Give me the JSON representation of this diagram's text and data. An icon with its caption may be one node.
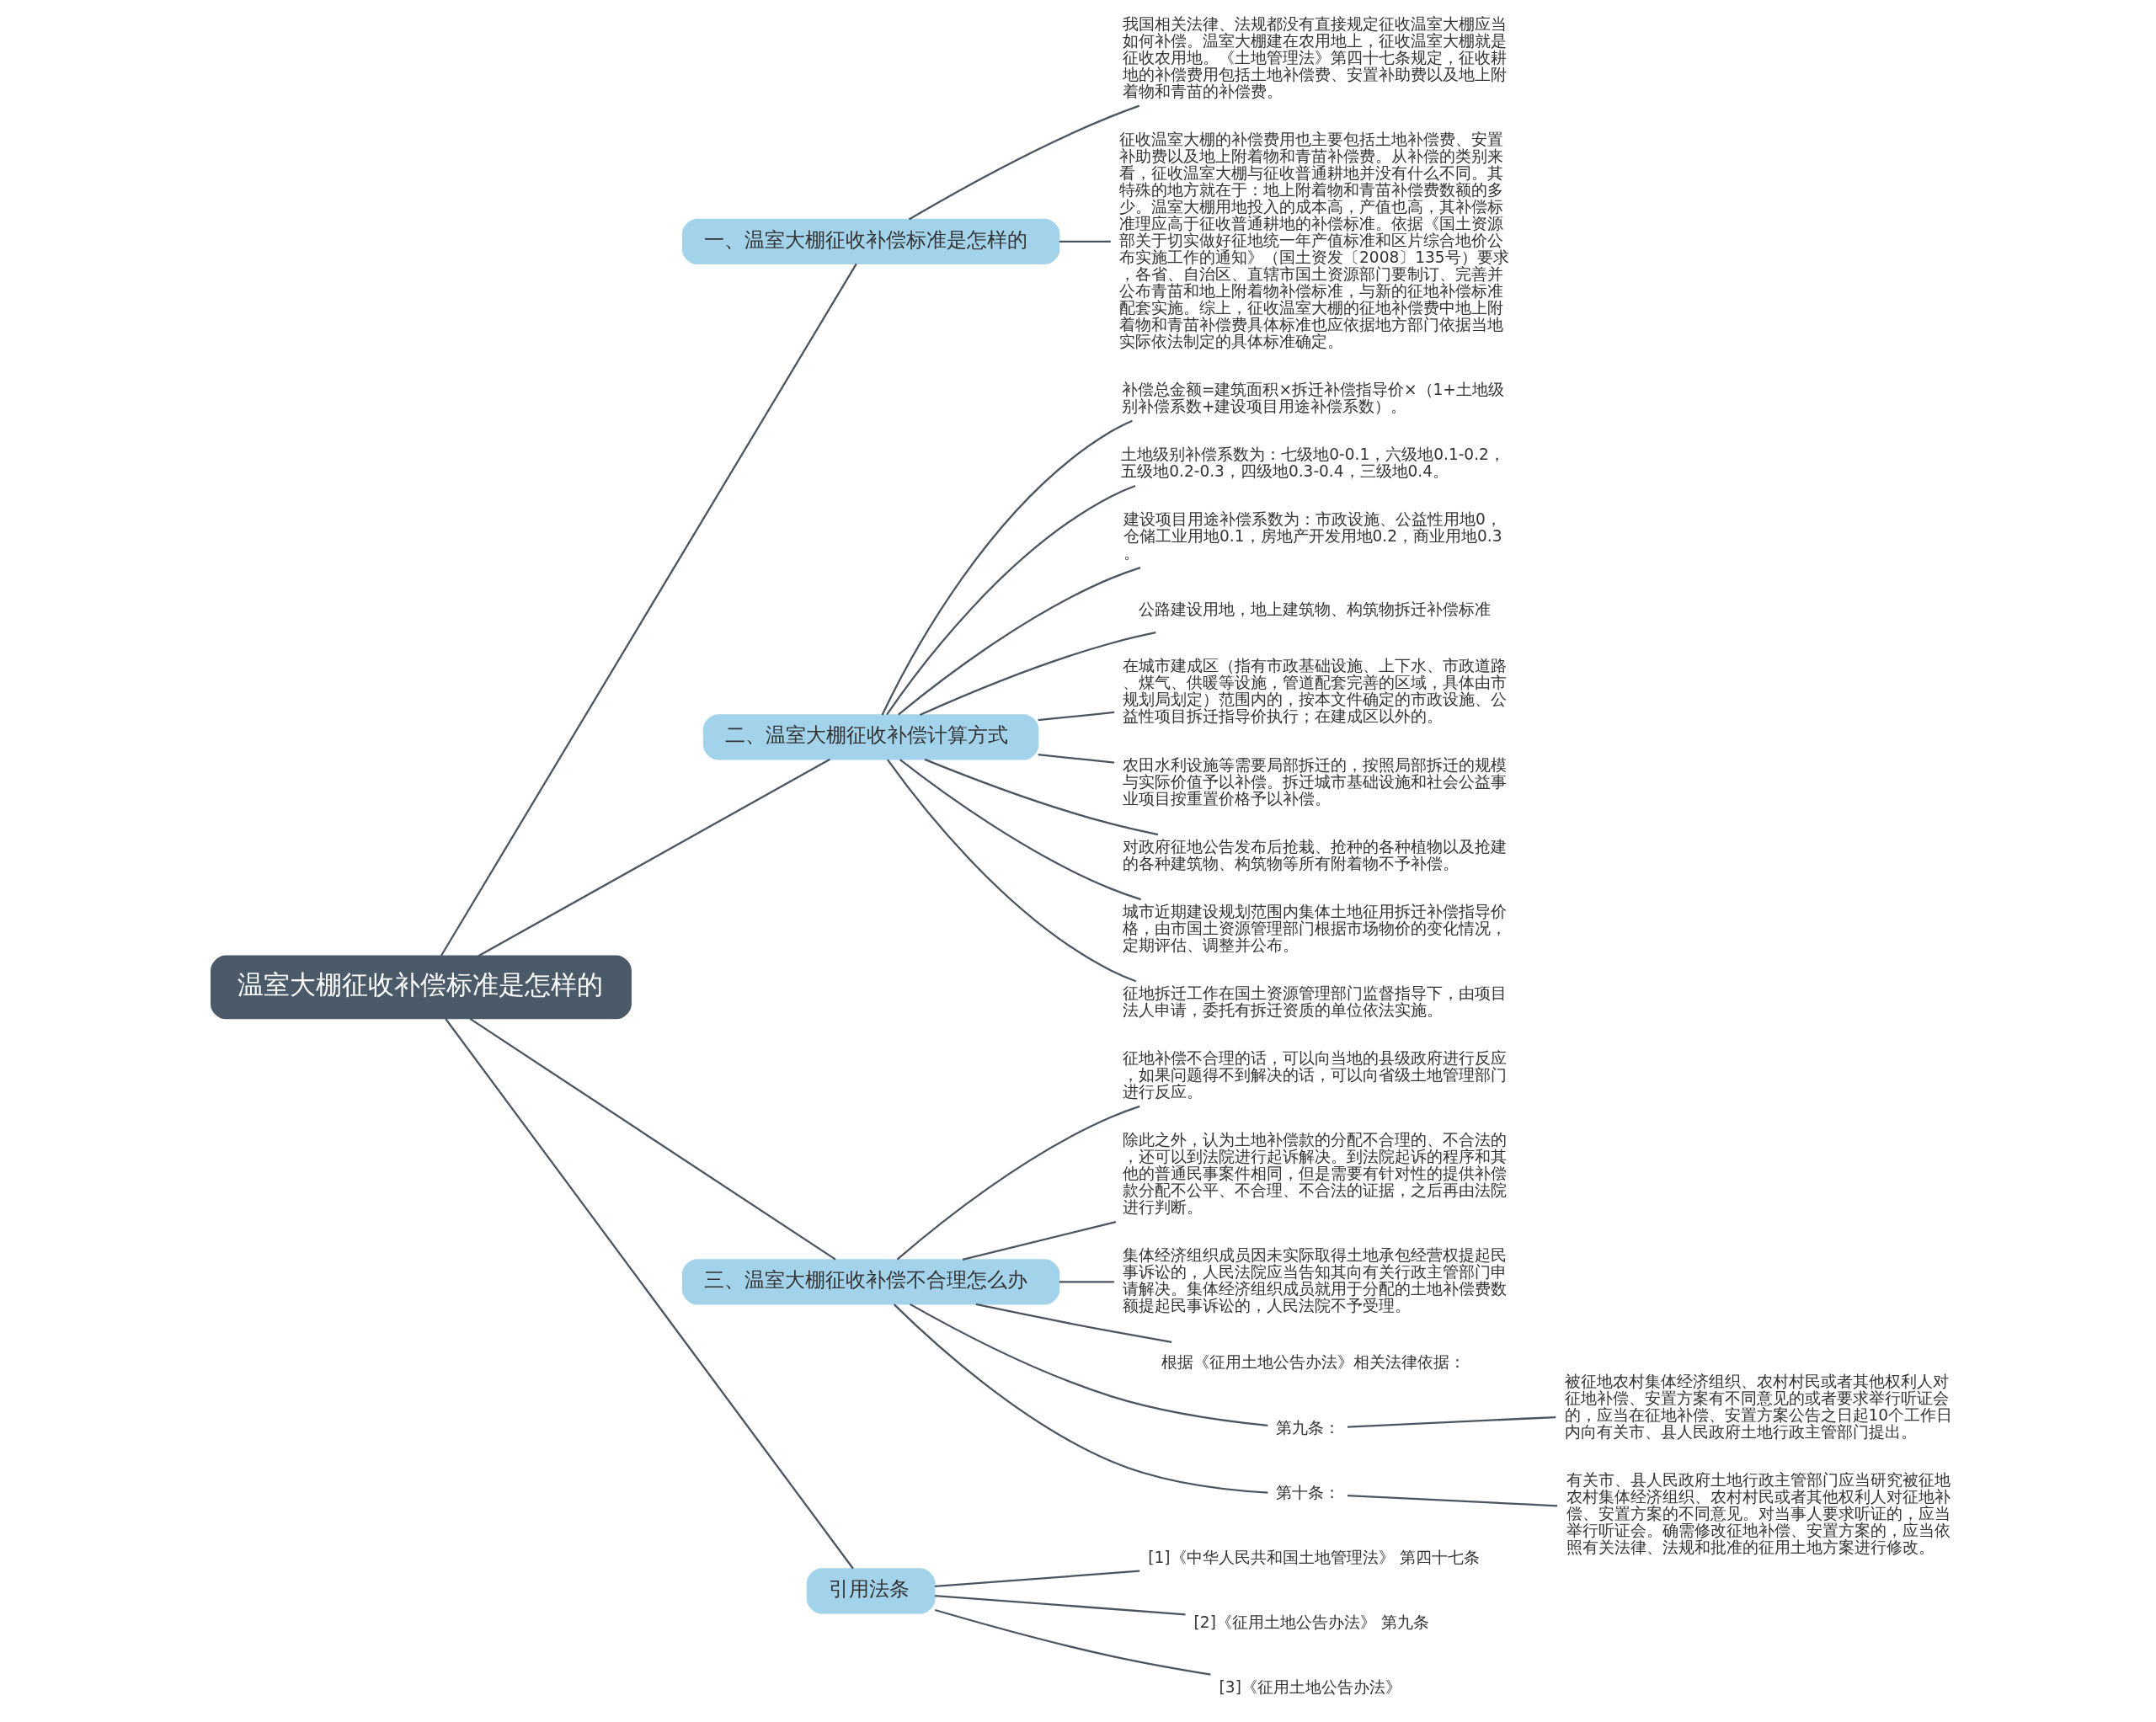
{
  "diagram": {
    "nodes": [
      {
        "text": [
          "温室大棚征收补偿标准是怎样的"
        ]
      },
      {
        "text": [
          "一、温室大棚征收补偿标准是怎样的"
        ]
      },
      {
        "text": [
          "我国相关法律、法规都没有直接规定征收温室大棚应当如何补偿。温室大棚建在农用地上，征收温室大棚就是征收农用地。《土地管理法》第四十七条规定，征收耕地的补偿费用包括土地补偿费、安置补助费以及地上附着物和青苗的补偿费。"
        ]
      },
      {
        "text": [
          "征收温室大棚的补偿费用也主要包括土地补偿费、安置补助费以及地上附着物和青苗补偿费。从补偿的类别来看，征收温室大棚与征收普通耕地并没有什么不同。其特殊的地方就在于：地上附着物和青苗补偿费数额的多少。温室大棚用地投入的成本高，产值也高，其补偿标准理应高于征收普通耕地的补偿标准。依据《国土资源部关于切实做好征地统一年产值标准和区片综合地价公布实施工作的通知》（国土资发〔2008〕135号）要求，各省、自治区、直辖市国土资源部门要制订、完善并公布青苗和地上附着物补偿标准，与新的征地补偿标准配套实施。综上，征收温室大棚的征地补偿费中地上附着物和青苗补偿费具体标准也应依据地方部门依据当地实际依法制定的具体标准确定。"
        ]
      },
      {
        "text": [
          "二、温室大棚征收补偿计算方式"
        ]
      },
      {
        "text": [
          "补偿总金额=建筑面积×拆迁补偿指导价×（1+土地级别补偿系数+建设项目用途补偿系数）。"
        ]
      },
      {
        "text": [
          "土地级别补偿系数为：七级地0-0.1，六级地0.1-0.2，五级地0.2-0.3，四级地0.3-0.4，三级地0.4。"
        ]
      },
      {
        "text": [
          "建设项目用途补偿系数为：市政设施、公益性用地0，仓储工业用地0.1，房地产开发用地0.2，商业用地0.3。"
        ]
      },
      {
        "text": [
          "公路建设用地，地上建筑物、构筑物拆迁补偿标准"
        ]
      },
      {
        "text": [
          "在城市建成区（指有市政基础设施、上下水、市政道路、煤气、供暖等设施，管道配套完善的区域，具体由市规划局划定）范围内的，按本文件确定的市政设施、公益性项目拆迁指导价执行；在建成区以外的。"
        ]
      },
      {
        "text": [
          "农田水利设施等需要局部拆迁的，按照局部拆迁的规模与实际价值予以补偿。拆迁城市基础设施和社会公益事业项目按重置价格予以补偿。"
        ]
      },
      {
        "text": [
          "对政府征地公告发布后抢栽、抢种的各种植物以及抢建的各种建筑物、构筑物等所有附着物不予补偿。"
        ]
      },
      {
        "text": [
          "城市近期建设规划范围内集体土地征用拆迁补偿指导价格，由市国土资源管理部门根据市场物价的变化情况，定期评估、调整并公布。"
        ]
      },
      {
        "text": [
          "征地拆迁工作在国土资源管理部门监督指导下，由项目法人申请，委托有拆迁资质的单位依法实施。"
        ]
      },
      {
        "text": [
          "三、温室大棚征收补偿不合理怎么办"
        ]
      },
      {
        "text": [
          "征地补偿不合理的话，可以向当地的县级政府进行反应，如果问题得不到解决的话，可以向省级土地管理部门进行反应。"
        ]
      },
      {
        "text": [
          "除此之外，认为土地补偿款的分配不合理的、不合法的，还可以到法院进行起诉解决。到法院起诉的程序和其他的普通民事案件相同，但是需要有针对性的提供补偿款分配不公平、不合理、不合法的证据，之后再由法院进行判断。"
        ]
      },
      {
        "text": [
          "集体经济组织成员因未实际取得土地承包经营权提起民事诉讼的，人民法院应当告知其向有关行政主管部门申请解决。集体经济组织成员就用于分配的土地补偿费数额提起民事诉讼的，人民法院不予受理。"
        ]
      },
      {
        "text": [
          "根据《征用土地公告办法》相关法律依据："
        ]
      },
      {
        "text": [
          "第九条："
        ]
      },
      {
        "text": [
          "被征地农村集体经济组织、农村村民或者其他权利人对征地补偿、安置方案有不同意见的或者要求举行听证会的，应当在征地补偿、安置方案公告之日起10个工作日内向有关市、县人民政府土地行政主管部门提出。"
        ]
      },
      {
        "text": [
          "第十条："
        ]
      },
      {
        "text": [
          "有关市、县人民政府土地行政主管部门应当研究被征地农村集体经济组织、农村村民或者其他权利人对征地补偿、安置方案的不同意见。对当事人要求听证的，应当举行听证会。确需修改征地补偿、安置方案的，应当依照有关法律、法规和批准的征用土地方案进行修改。"
        ]
      },
      {
        "text": [
          "引用法条"
        ]
      },
      {
        "text": [
          "[1]《中华人民共和国土地管理法》 第四十七条"
        ]
      },
      {
        "text": [
          "[2]《征用土地公告办法》 第九条"
        ]
      },
      {
        "text": [
          "[3]《征用土地公告办法》"
        ]
      }
    ],
    "edges": [
      {
        "from": 0,
        "to": 1,
        "arrow": "none"
      },
      {
        "from": 1,
        "to": 2,
        "arrow": "none"
      },
      {
        "from": 1,
        "to": 3,
        "arrow": "none"
      },
      {
        "from": 0,
        "to": 4,
        "arrow": "none"
      },
      {
        "from": 4,
        "to": 5,
        "arrow": "none"
      },
      {
        "from": 4,
        "to": 6,
        "arrow": "none"
      },
      {
        "from": 4,
        "to": 7,
        "arrow": "none"
      },
      {
        "from": 4,
        "to": 8,
        "arrow": "none"
      },
      {
        "from": 4,
        "to": 9,
        "arrow": "none"
      },
      {
        "from": 4,
        "to": 10,
        "arrow": "none"
      },
      {
        "from": 4,
        "to": 11,
        "arrow": "none"
      },
      {
        "from": 4,
        "to": 12,
        "arrow": "none"
      },
      {
        "from": 4,
        "to": 13,
        "arrow": "none"
      },
      {
        "from": 0,
        "to": 14,
        "arrow": "none"
      },
      {
        "from": 14,
        "to": 15,
        "arrow": "none"
      },
      {
        "from": 14,
        "to": 16,
        "arrow": "none"
      },
      {
        "from": 14,
        "to": 17,
        "arrow": "none"
      },
      {
        "from": 14,
        "to": 18,
        "arrow": "none"
      },
      {
        "from": 14,
        "to": 19,
        "arrow": "none"
      },
      {
        "from": 19,
        "to": 20,
        "arrow": "none"
      },
      {
        "from": 14,
        "to": 21,
        "arrow": "none"
      },
      {
        "from": 21,
        "to": 22,
        "arrow": "none"
      },
      {
        "from": 0,
        "to": 23,
        "arrow": "none"
      },
      {
        "from": 23,
        "to": 24,
        "arrow": "none"
      },
      {
        "from": 23,
        "to": 25,
        "arrow": "none"
      },
      {
        "from": 23,
        "to": 26,
        "arrow": "none"
      }
    ]
  }
}
